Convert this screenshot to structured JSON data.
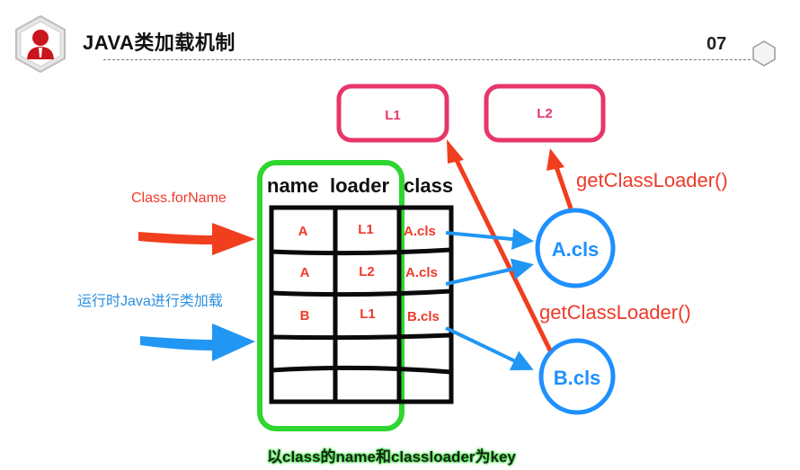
{
  "header": {
    "title": "JAVA类加载机制",
    "page_number": "07"
  },
  "loaders": [
    {
      "label": "L1"
    },
    {
      "label": "L2"
    }
  ],
  "table": {
    "headers": [
      "name",
      "loader",
      "class"
    ],
    "rows": [
      {
        "name": "A",
        "loader": "L1",
        "class": "A.cls"
      },
      {
        "name": "A",
        "loader": "L2",
        "class": "A.cls"
      },
      {
        "name": "B",
        "loader": "L1",
        "class": "B.cls"
      }
    ]
  },
  "objects": [
    {
      "label": "A.cls"
    },
    {
      "label": "B.cls"
    }
  ],
  "annotations": {
    "class_forname": "Class.forName",
    "runtime_load": "运行时Java进行类加载",
    "get_class_loader_1": "getClassLoader()",
    "get_class_loader_2": "getClassLoader()"
  },
  "caption": "以class的name和classloader为key",
  "colors": {
    "loader_box": "#e8366a",
    "table_highlight": "#2fd62f",
    "object_circle": "#1e90ff",
    "red_arrow": "#f03e1e",
    "blue_arrow": "#2196f3",
    "red_text": "#ee3a2a",
    "blue_text": "#2b8fe0"
  }
}
